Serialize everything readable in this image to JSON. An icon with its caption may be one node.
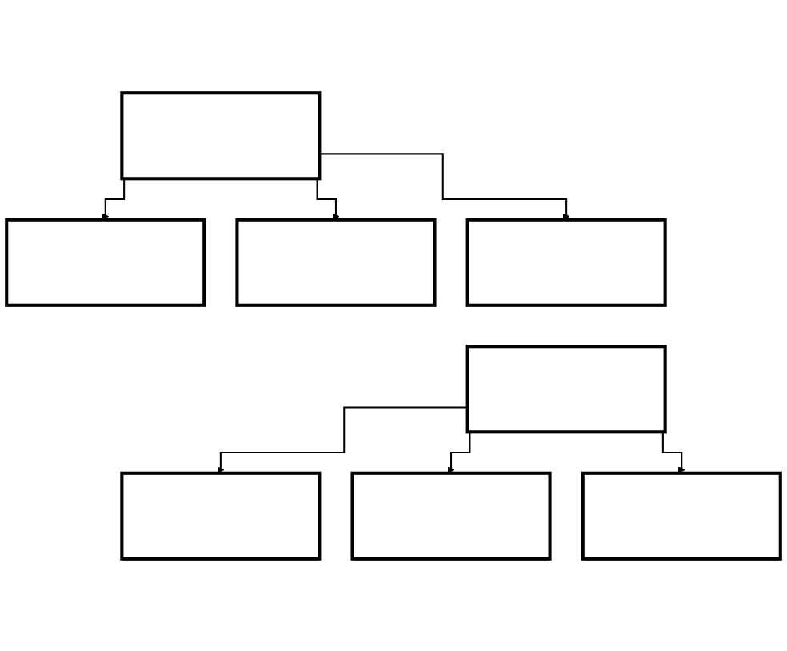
{
  "diagram": {
    "nodes": [
      {
        "text": [],
        "shape": "box"
      },
      {
        "text": [],
        "shape": "box"
      },
      {
        "text": [],
        "shape": "box"
      },
      {
        "text": [],
        "shape": "box"
      },
      {
        "text": [],
        "shape": "box"
      },
      {
        "text": [],
        "shape": "box"
      },
      {
        "text": [],
        "shape": "box"
      },
      {
        "text": [],
        "shape": "box"
      }
    ],
    "edges": [
      {
        "from": 0,
        "to": 1,
        "arrow": "to"
      },
      {
        "from": 0,
        "to": 2,
        "arrow": "to"
      },
      {
        "from": 0,
        "to": 3,
        "arrow": "to"
      },
      {
        "from": 4,
        "to": 5,
        "arrow": "to"
      },
      {
        "from": 4,
        "to": 6,
        "arrow": "to"
      },
      {
        "from": 4,
        "to": 7,
        "arrow": "to"
      }
    ]
  }
}
